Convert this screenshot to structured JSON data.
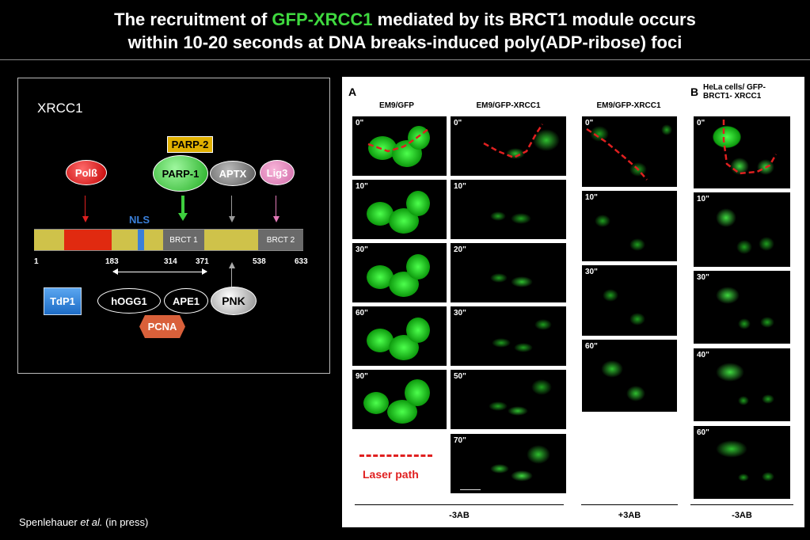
{
  "title": {
    "line1_pre": "The recruitment of ",
    "line1_highlight": "GFP-XRCC1",
    "line1_post": " mediated by its BRCT1 module occurs",
    "line2": "within 10-20 seconds at DNA breaks-induced poly(ADP-ribose) foci",
    "highlight_color": "#3fd93f"
  },
  "schematic": {
    "label": "XRCC1",
    "partners_top": {
      "polb": "Polß",
      "parp2": "PARP-2",
      "parp1": "PARP-1",
      "aptx": "APTX",
      "lig3": "Lig3"
    },
    "nls": "NLS",
    "domains": {
      "brct1": "BRCT 1",
      "brct2": "BRCT 2"
    },
    "residues": [
      "1",
      "183",
      "314",
      "371",
      "538",
      "633"
    ],
    "partners_bottom": {
      "tdp1": "TdP1",
      "hogg1": "hOGG1",
      "ape1": "APE1",
      "pnk": "PNK",
      "pcna": "PCNA"
    },
    "colors": {
      "polb": "#d01010",
      "parp2": "#e0b000",
      "parp1": "#3ecf3e",
      "aptx": "#777777",
      "lig3": "#e27ab8",
      "nls": "#3a7fd9",
      "tdp1": "#2f80d8",
      "pcna": "#d9603a",
      "bar_yellow": "#cfc24a",
      "bar_red": "#e02a10"
    }
  },
  "figure": {
    "panel_a": "A",
    "panel_b": "B",
    "columns": [
      {
        "header": "EM9/GFP",
        "times": [
          "0\"",
          "10\"",
          "30\"",
          "60\"",
          "90\""
        ]
      },
      {
        "header": "EM9/GFP-XRCC1",
        "times": [
          "0\"",
          "10\"",
          "20\"",
          "30\"",
          "50\"",
          "70\""
        ]
      },
      {
        "header": "EM9/GFP-XRCC1",
        "times": [
          "0\"",
          "10\"",
          "30\"",
          "60\""
        ]
      },
      {
        "header": "HeLa cells/ GFP-BRCT1- XRCC1",
        "times": [
          "0\"",
          "10\"",
          "30\"",
          "40\"",
          "60\""
        ]
      }
    ],
    "conditions": [
      "-3AB",
      "+3AB",
      "-3AB"
    ],
    "legend": "Laser path",
    "laser_color": "#e02020"
  },
  "citation": {
    "pre": "Spenlehauer ",
    "italic": "et al.",
    "post": " (in press)"
  }
}
